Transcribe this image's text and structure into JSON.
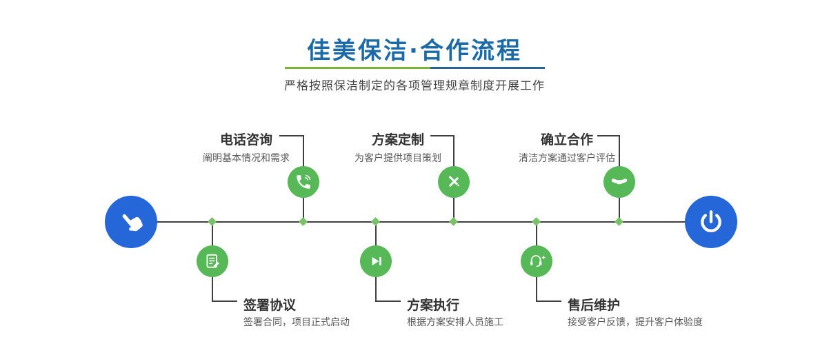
{
  "header": {
    "title": "佳美保洁·合作流程",
    "subtitle": "严格按照保洁制定的各项管理规章制度开展工作"
  },
  "colors": {
    "title_blue": "#1b6aa8",
    "underline_green": "#7fb43c",
    "underline_blue": "#2a6496",
    "node_green": "#56b857",
    "diamond_green": "#77c267",
    "node_blue": "#2566d8",
    "line_dark": "#3f3f3f"
  },
  "timeline": {
    "start": {
      "icon": "hand-pointer-icon"
    },
    "end": {
      "icon": "power-icon"
    },
    "steps_top": [
      {
        "title": "电话咨询",
        "desc": "阐明基本情况和需求",
        "icon": "phone-icon"
      },
      {
        "title": "方案定制",
        "desc": "为客户提供项目策划",
        "icon": "pencil-ruler-icon"
      },
      {
        "title": "确立合作",
        "desc": "清洁方案通过客户评估",
        "icon": "handshake-icon"
      }
    ],
    "steps_bottom": [
      {
        "title": "签署协议",
        "desc": "签署合同，项目正式启动",
        "icon": "contract-icon"
      },
      {
        "title": "方案执行",
        "desc": "根据方案安排人员施工",
        "icon": "play-icon"
      },
      {
        "title": "售后维护",
        "desc": "接受客户反馈，提升客户体验度",
        "icon": "headset-icon"
      }
    ]
  }
}
